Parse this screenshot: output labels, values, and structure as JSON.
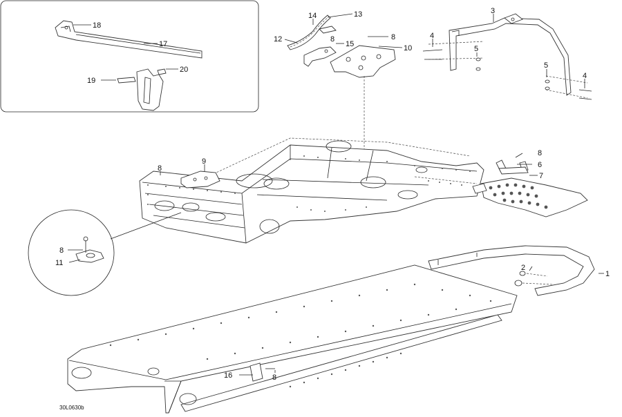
{
  "diagram": {
    "reference_code": "30L0630b",
    "callouts": {
      "c1": "1",
      "c2": "2",
      "c3": "3",
      "c4a": "4",
      "c4b": "4",
      "c5a": "5",
      "c5b": "5",
      "c6": "6",
      "c7": "7",
      "c8a": "8",
      "c8b": "8",
      "c8c": "8",
      "c8d": "8",
      "c8e": "8",
      "c8f": "8",
      "c9": "9",
      "c10": "10",
      "c11": "11",
      "c12": "12",
      "c13": "13",
      "c14": "14",
      "c15": "15",
      "c16": "16",
      "c17": "17",
      "c18": "18",
      "c19": "19",
      "c20": "20"
    }
  }
}
